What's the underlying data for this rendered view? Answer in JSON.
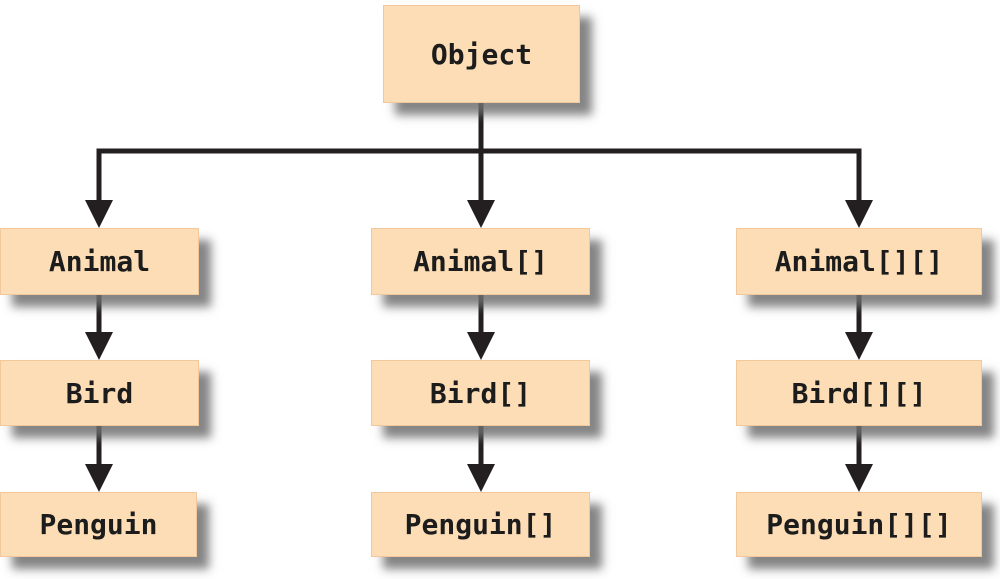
{
  "diagram": {
    "description": "Type hierarchy tree showing array type covariance: Object is the root of Animal, Animal[], Animal[][]; each column descends Animal->Bird->Penguin with matching array dimensions",
    "colors": {
      "background": "#ffffff",
      "box_fill": "#fcddb6",
      "box_border": "#f2c79c",
      "line": "#231f20",
      "text": "#1c1c1c",
      "shadow": "#707070"
    },
    "nodes": {
      "object": {
        "label": "Object"
      },
      "animal": {
        "label": "Animal"
      },
      "animal_array": {
        "label": "Animal[]"
      },
      "animal_array2": {
        "label": "Animal[][]"
      },
      "bird": {
        "label": "Bird"
      },
      "bird_array": {
        "label": "Bird[]"
      },
      "bird_array2": {
        "label": "Bird[][]"
      },
      "penguin": {
        "label": "Penguin"
      },
      "penguin_array": {
        "label": "Penguin[]"
      },
      "penguin_array2": {
        "label": "Penguin[][]"
      }
    },
    "edges": [
      {
        "from": "Object",
        "to": "Animal"
      },
      {
        "from": "Object",
        "to": "Animal[]"
      },
      {
        "from": "Object",
        "to": "Animal[][]"
      },
      {
        "from": "Animal",
        "to": "Bird"
      },
      {
        "from": "Bird",
        "to": "Penguin"
      },
      {
        "from": "Animal[]",
        "to": "Bird[]"
      },
      {
        "from": "Bird[]",
        "to": "Penguin[]"
      },
      {
        "from": "Animal[][]",
        "to": "Bird[][]"
      },
      {
        "from": "Bird[][]",
        "to": "Penguin[][]"
      }
    ]
  }
}
